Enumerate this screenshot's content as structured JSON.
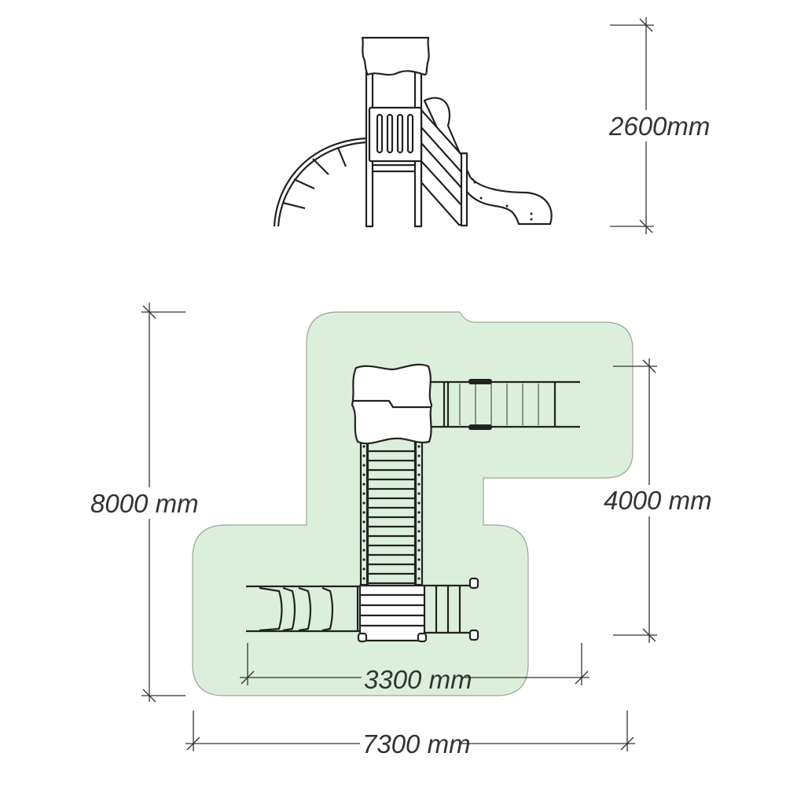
{
  "dimensions": {
    "height": "2600mm",
    "total_length": "8000 mm",
    "side_length": "4000 mm",
    "inner_width": "3300 mm",
    "total_width": "7300 mm"
  },
  "colors": {
    "safety_zone": "#dcefdc",
    "safety_zone_border": "#9aa59a",
    "line": "#222222"
  }
}
